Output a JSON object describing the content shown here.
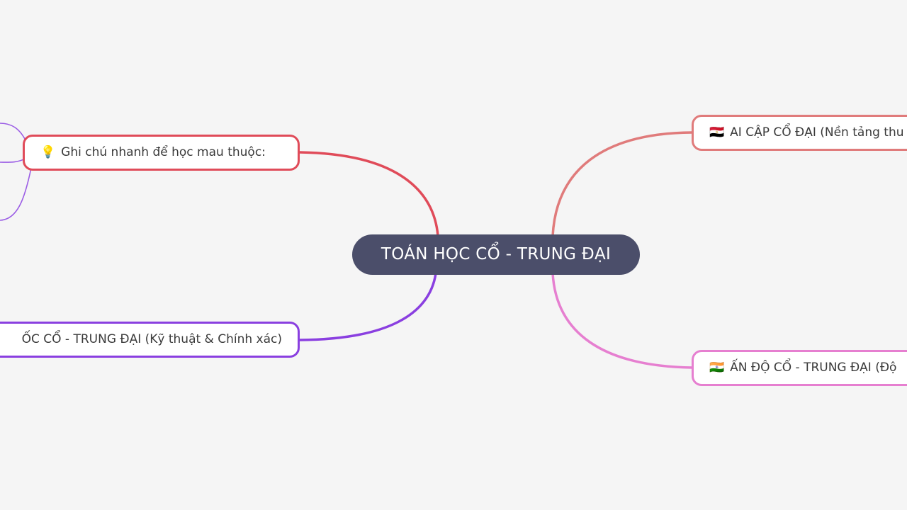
{
  "root": {
    "label": "TOÁN HỌC CỔ - TRUNG ĐẠI",
    "color": "#4b4e6a"
  },
  "branches": {
    "ghichu": {
      "icon": "💡",
      "label": "Ghi chú nhanh để học mau thuộc:",
      "color": "#e04b59"
    },
    "trungquoc": {
      "label": "ỐC CỔ - TRUNG ĐẠI (Kỹ thuật & Chính xác)",
      "color": "#8a3fe0"
    },
    "aicap": {
      "icon": "🇪🇬",
      "label": "AI CẬP CỔ ĐẠI (Nền tảng thu",
      "color": "#e07b7b"
    },
    "ando": {
      "icon": "🇮🇳",
      "label": "ẤN ĐỘ CỔ - TRUNG ĐẠI (Độ",
      "color": "#e67fd0"
    }
  },
  "sub_branch_color": "#9b5de5"
}
